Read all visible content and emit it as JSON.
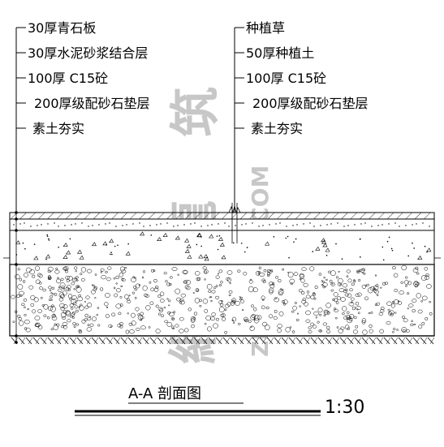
{
  "left_callout": {
    "layers": [
      "30厚青石板",
      "30厚水泥砂浆结合层",
      "100厚 C15砼",
      "200厚级配砂石垫层",
      "素土夯实"
    ]
  },
  "right_callout": {
    "layers": [
      "种植草",
      "50厚种植土",
      "100厚 C15砼",
      "200厚级配砂石垫层",
      "素土夯实"
    ]
  },
  "section_title": "A-A 剖面图",
  "scale": "1:30",
  "watermark": {
    "cn": "筑龍網",
    "en": "ZHULONG.COM"
  }
}
